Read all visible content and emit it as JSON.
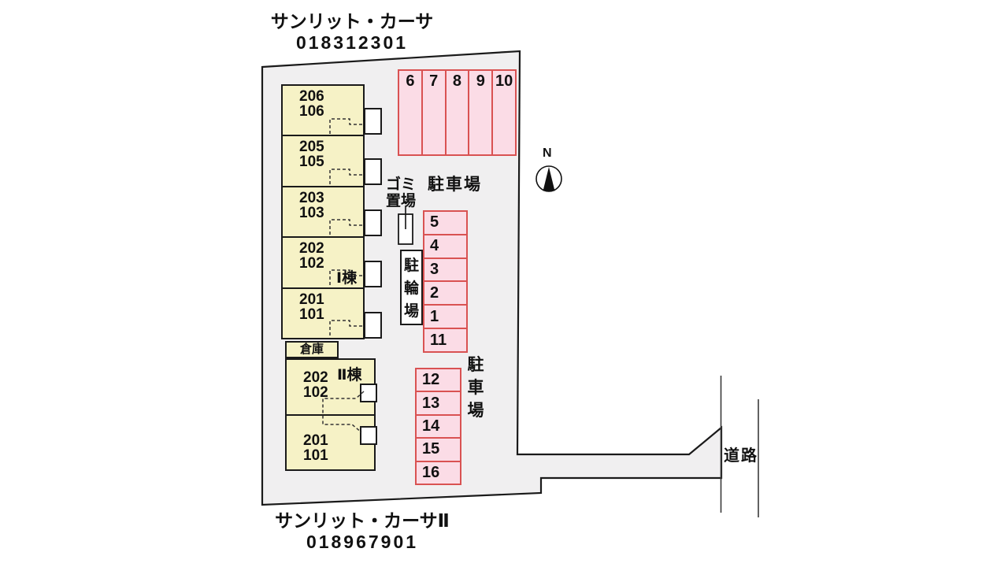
{
  "header": {
    "title": "サンリット・カーサ",
    "code": "018312301"
  },
  "footer": {
    "title": "サンリット・カーサⅡ",
    "code": "018967901"
  },
  "compass": {
    "north_label": "N"
  },
  "road_label": "道路",
  "site": {
    "parking_label_top": "駐車場",
    "parking_label_bottom": "駐車場",
    "garbage_label": "ゴミ置場",
    "bicycle_label": "駐輪場",
    "warehouse_label": "倉庫"
  },
  "building1": {
    "name_label": "Ⅰ棟",
    "units": [
      {
        "upper": "206",
        "lower": "106"
      },
      {
        "upper": "205",
        "lower": "105"
      },
      {
        "upper": "203",
        "lower": "103"
      },
      {
        "upper": "202",
        "lower": "102"
      },
      {
        "upper": "201",
        "lower": "101"
      }
    ]
  },
  "building2": {
    "name_label": "Ⅱ棟",
    "units": [
      {
        "upper": "202",
        "lower": "102"
      },
      {
        "upper": "201",
        "lower": "101"
      }
    ]
  },
  "parking": {
    "top_row": [
      "6",
      "7",
      "8",
      "9",
      "10"
    ],
    "middle_column": [
      "5",
      "4",
      "3",
      "2",
      "1",
      "11"
    ],
    "bottom_column": [
      "12",
      "13",
      "14",
      "15",
      "16"
    ]
  },
  "colors": {
    "building_fill": "#f6f2c6",
    "parking_fill": "#fbdce6",
    "parking_border": "#d95252",
    "parcel_fill": "#f0eff0",
    "outline": "#1a1a1a"
  }
}
